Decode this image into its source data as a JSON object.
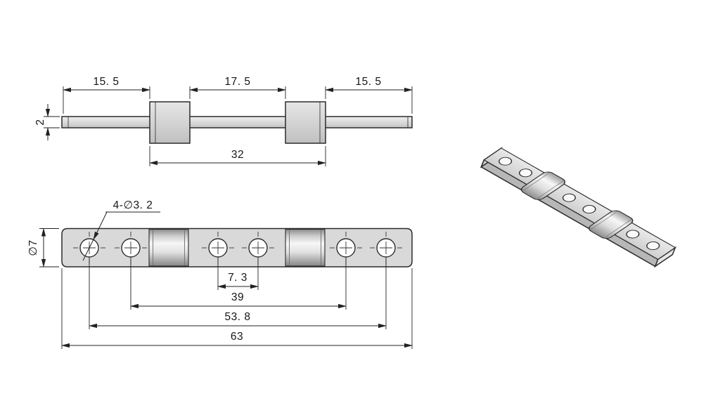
{
  "drawing": {
    "type": "engineering-drawing",
    "colors": {
      "background": "#ffffff",
      "part_fill": "#d9d9d9",
      "outline": "#2b2b2b",
      "dimension_line": "#222222",
      "text": "#161616"
    },
    "views": {
      "side": {
        "dim_left_length": "15. 5",
        "dim_center_length": "17. 5",
        "dim_right_length": "15. 5",
        "dim_boss_span": "32",
        "dim_thickness": "2"
      },
      "plan": {
        "hole_callout": "4-∅3. 2",
        "dim_plate_width": "∅7",
        "dim_hole_pair_spacing": "7. 3",
        "dim_inner_hole_span": "39",
        "dim_outer_hole_span": "53. 8",
        "dim_overall_length": "63"
      },
      "iso": {
        "description": "isometric-view-of-bar-with-two-sleeves-and-six-holes"
      }
    }
  }
}
